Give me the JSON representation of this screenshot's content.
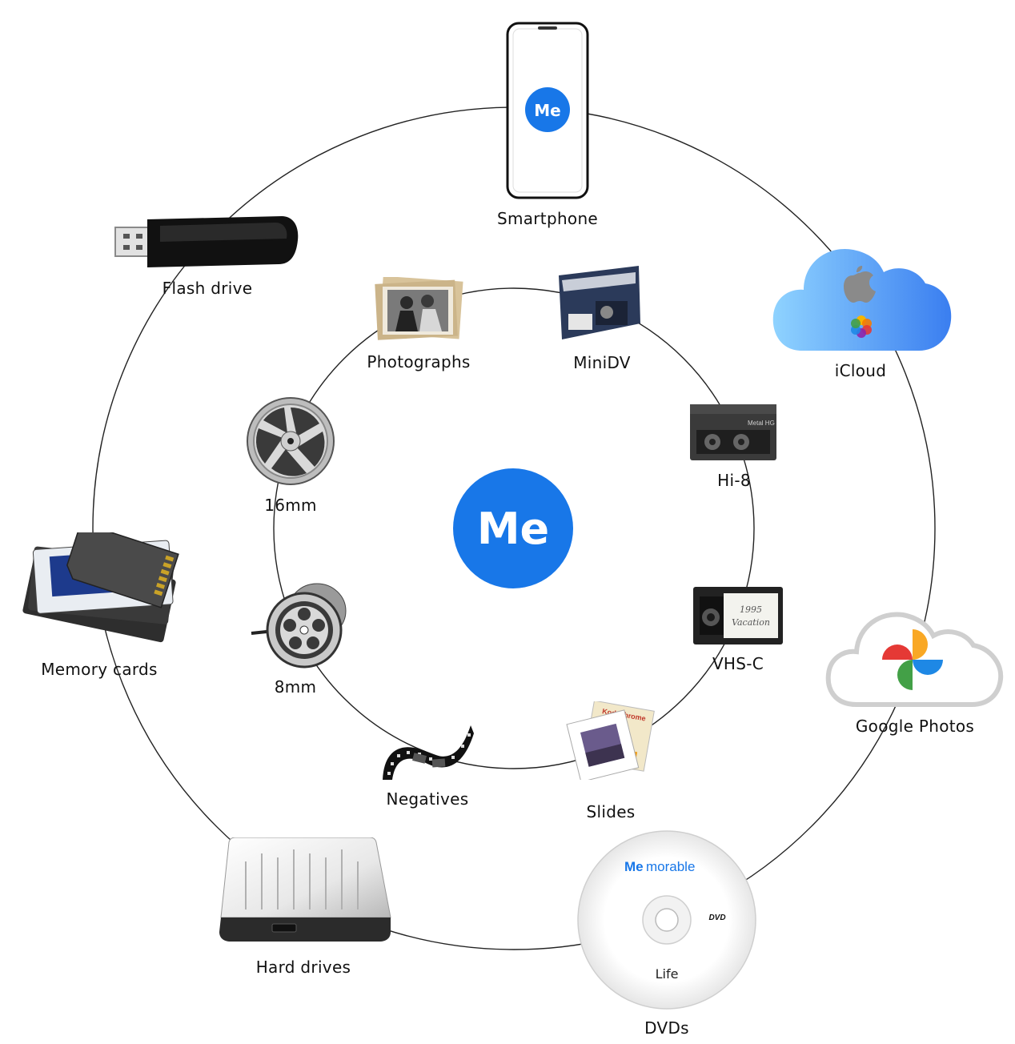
{
  "center": {
    "badge_text": "Me",
    "color": "#1877e8"
  },
  "outer_ring": {
    "smartphone": {
      "label": "Smartphone",
      "badge_text": "Me",
      "icon": "smartphone-icon"
    },
    "icloud": {
      "label": "iCloud",
      "icon": "icloud-icon"
    },
    "google_photos": {
      "label": "Google Photos",
      "icon": "google-photos-icon"
    },
    "dvds": {
      "label": "DVDs",
      "icon": "dvd-icon",
      "disc_brand_a": "Me",
      "disc_brand_b": "morable",
      "disc_title": "Life",
      "disc_logo": "DVD"
    },
    "hard_drives": {
      "label": "Hard drives",
      "icon": "hard-drive-icon"
    },
    "memory_cards": {
      "label": "Memory cards",
      "icon": "memory-cards-icon"
    },
    "flash_drive": {
      "label": "Flash drive",
      "icon": "flash-drive-icon"
    }
  },
  "inner_ring": {
    "photographs": {
      "label": "Photographs",
      "icon": "photographs-icon"
    },
    "minidv": {
      "label": "MiniDV",
      "icon": "minidv-cassette-icon"
    },
    "hi8": {
      "label": "Hi-8",
      "icon": "hi8-cassette-icon",
      "cassette_text": "Metal HG"
    },
    "vhsc": {
      "label": "VHS-C",
      "icon": "vhsc-cassette-icon",
      "cassette_text_1": "1995",
      "cassette_text_2": "Vacation"
    },
    "slides": {
      "label": "Slides",
      "icon": "slides-icon",
      "slide_text": "Kodachrome"
    },
    "negatives": {
      "label": "Negatives",
      "icon": "negatives-film-icon"
    },
    "mm8": {
      "label": "8mm",
      "icon": "film-reel-8mm-icon"
    },
    "mm16": {
      "label": "16mm",
      "icon": "film-reel-16mm-icon"
    }
  }
}
